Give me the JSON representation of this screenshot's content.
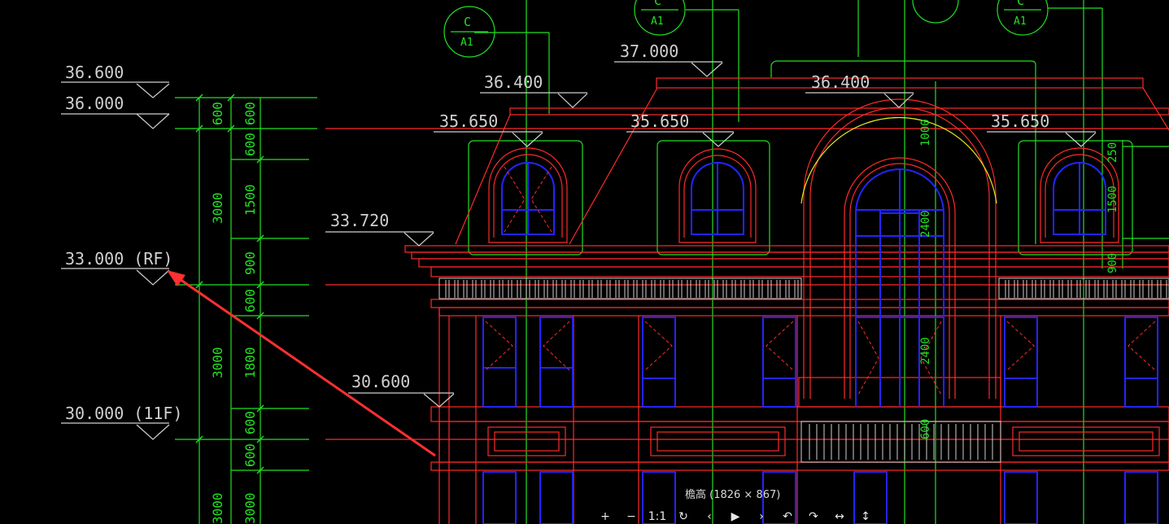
{
  "viewer": {
    "caption": "檐高 (1826 × 867)",
    "toolbar": [
      {
        "name": "zoom-in-button",
        "icon": "plus-icon",
        "glyph": "+"
      },
      {
        "name": "zoom-out-button",
        "icon": "minus-icon",
        "glyph": "−"
      },
      {
        "name": "actual-size-button",
        "icon": "one-to-one-icon",
        "glyph": "1:1"
      },
      {
        "name": "reset-button",
        "icon": "refresh-icon",
        "glyph": "↻"
      },
      {
        "name": "previous-button",
        "icon": "chevron-left-icon",
        "glyph": "‹"
      },
      {
        "name": "play-button",
        "icon": "play-icon",
        "glyph": "▶"
      },
      {
        "name": "next-button",
        "icon": "chevron-right-icon",
        "glyph": "›"
      },
      {
        "name": "rotate-left-button",
        "icon": "rotate-left-icon",
        "glyph": "↶"
      },
      {
        "name": "rotate-right-button",
        "icon": "rotate-right-icon",
        "glyph": "↷"
      },
      {
        "name": "flip-horizontal-button",
        "icon": "flip-horizontal-icon",
        "glyph": "↔"
      },
      {
        "name": "flip-vertical-button",
        "icon": "flip-vertical-icon",
        "glyph": "↕"
      }
    ]
  },
  "drawing": {
    "colors": {
      "green": "#22e022",
      "red": "#ff2a2a",
      "blue": "#2424ff",
      "white": "#d0d0d0",
      "yellow": "#e8e820",
      "arrow": "#ff3030"
    },
    "left_levels": [
      {
        "id": "level-36600",
        "text": "36.600"
      },
      {
        "id": "level-36000",
        "text": "36.000"
      },
      {
        "id": "level-33000",
        "text": "33.000  (RF)"
      },
      {
        "id": "level-30000",
        "text": "30.000  (11F)"
      }
    ],
    "facade_levels": [
      {
        "id": "level-37000",
        "text": "37.000"
      },
      {
        "id": "level-36400-left",
        "text": "36.400"
      },
      {
        "id": "level-36400-center",
        "text": "36.400"
      },
      {
        "id": "level-35650-a",
        "text": "35.650"
      },
      {
        "id": "level-35650-b",
        "text": "35.650"
      },
      {
        "id": "level-35650-c",
        "text": "35.650"
      },
      {
        "id": "level-33720",
        "text": "33.720"
      },
      {
        "id": "level-30600",
        "text": "30.600"
      }
    ],
    "dims_col1": [
      "600",
      "3000",
      "3000",
      "3000"
    ],
    "dims_col2": [
      "600",
      "600",
      "1500",
      "900",
      "600",
      "1800",
      "600",
      "600",
      "3000"
    ],
    "window_dims": [
      "1000",
      "2400",
      "2400",
      "600",
      "250",
      "1500",
      "900"
    ],
    "detail_labels": [
      "C",
      "A1"
    ]
  }
}
